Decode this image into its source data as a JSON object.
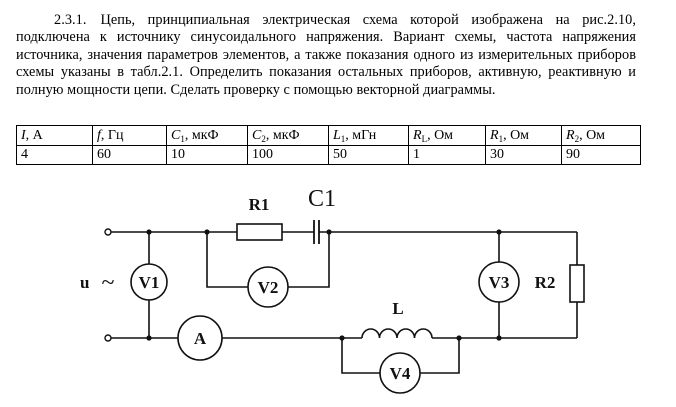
{
  "problem": {
    "number": "2.3.1.",
    "text": "Цепь, принципиальная электрическая схема которой изображена на рис.2.10, подключена к источнику синусоидального напряжения. Вариант схемы, частота напряжения источника, значения параметров элементов, а также показания одного из измерительных приборов схемы указаны в табл.2.1. Определить показания остальных приборов, активную, реактивную и полную мощности цепи. Сделать проверку с помощью векторной диаграммы."
  },
  "table": {
    "headers": [
      {
        "symbol": "I",
        "sub": "",
        "unit": ", А"
      },
      {
        "symbol": "f",
        "sub": "",
        "unit": ", Гц"
      },
      {
        "symbol": "C",
        "sub": "1",
        "unit": ", мкФ"
      },
      {
        "symbol": "C",
        "sub": "2",
        "unit": ", мкФ"
      },
      {
        "symbol": "L",
        "sub": "1",
        "unit": ", мГн"
      },
      {
        "symbol": "R",
        "sub": "L",
        "unit": ", Ом"
      },
      {
        "symbol": "R",
        "sub": "1",
        "unit": ", Ом"
      },
      {
        "symbol": "R",
        "sub": "2",
        "unit": ", Ом"
      }
    ],
    "values": [
      "4",
      "60",
      "10",
      "100",
      "50",
      "1",
      "30",
      "90"
    ]
  },
  "circuit": {
    "source_label": "u",
    "source_symbol": "~",
    "components": {
      "R1": "R1",
      "C1": "C1",
      "L": "L",
      "R2": "R2"
    },
    "meters": {
      "V1": "V1",
      "V2": "V2",
      "V3": "V3",
      "V4": "V4",
      "A": "A"
    }
  }
}
